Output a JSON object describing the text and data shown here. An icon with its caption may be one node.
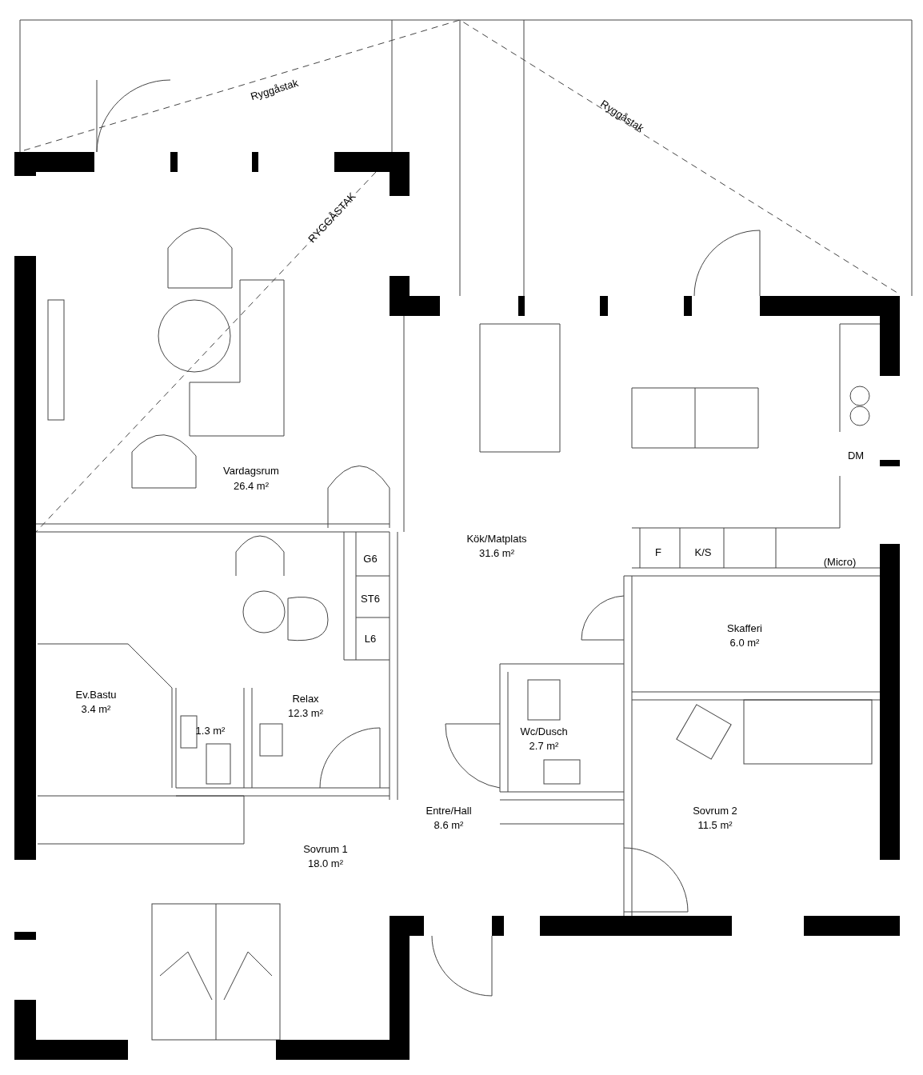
{
  "diagram": {
    "labels": [
      "Ryggåstak",
      "Ryggåstak",
      "RYGGÅSTAK",
      "Vardagsrum",
      "26.4 m²",
      "Kök/Matplats",
      "31.6 m²",
      "DM",
      "F",
      "K/S",
      "(Micro)",
      "G6",
      "ST6",
      "L6",
      "Skafferi",
      "6.0 m²",
      "Ev.Bastu",
      "3.4 m²",
      "1.3 m²",
      "Relax",
      "12.3 m²",
      "Wc/Dusch",
      "2.7 m²",
      "Entre/Hall",
      "8.6 m²",
      "Sovrum 2",
      "11.5 m²",
      "Sovrum 1",
      "18.0 m²"
    ]
  }
}
